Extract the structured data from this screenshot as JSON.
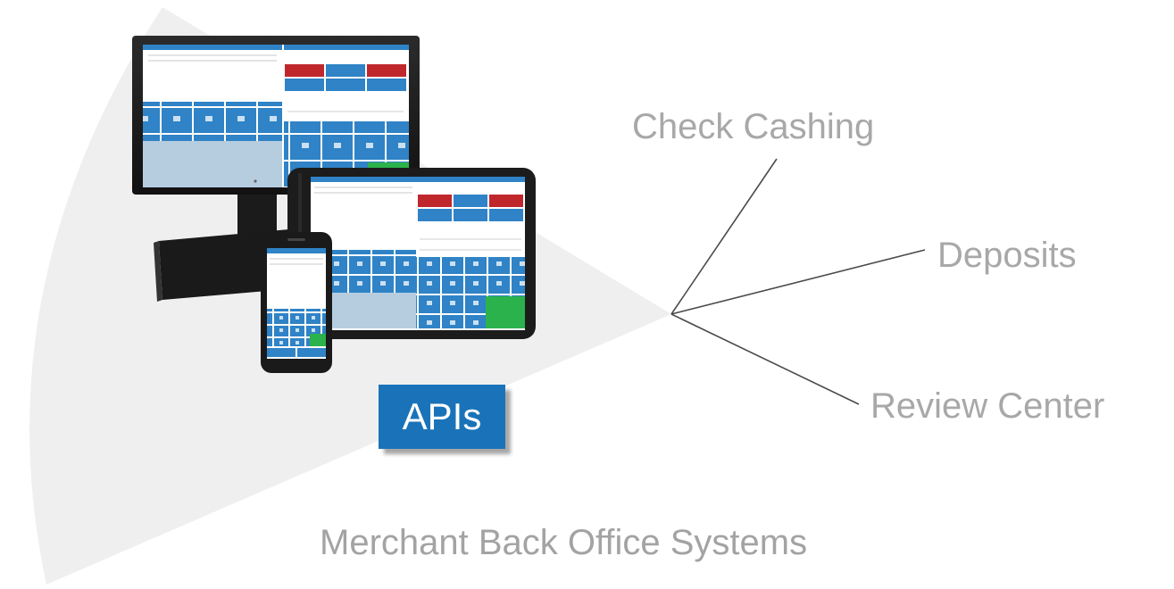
{
  "diagram": {
    "hub_label": "APIs",
    "branches": [
      {
        "label": "Check Cashing"
      },
      {
        "label": "Deposits"
      },
      {
        "label": "Review Center"
      }
    ],
    "footer_label": "Merchant Back Office Systems"
  },
  "colors": {
    "api_badge": "#1a73b8",
    "label_text": "#a8a8a8",
    "fan_background": "#efefef",
    "branch_lines": "#4a4a4a",
    "screen_blue": "#2f83c6",
    "screen_red": "#c0272d",
    "screen_green": "#2bb24c"
  },
  "illustration": {
    "devices": [
      "desktop-pos-terminal",
      "tablet",
      "smartphone"
    ]
  }
}
